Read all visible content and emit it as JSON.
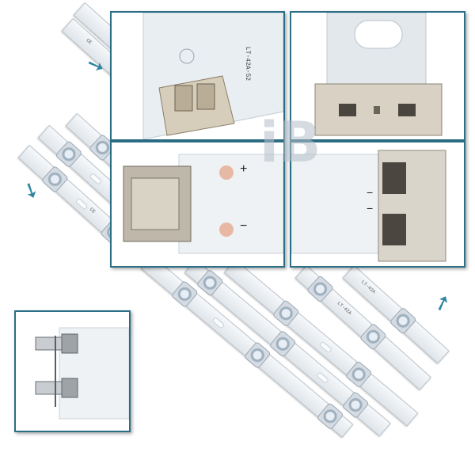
{
  "image": {
    "description_free": true,
    "colors": {
      "accent": "#2c6e86",
      "arrow": "#2e86a0",
      "board": "#e9edf0"
    }
  },
  "strips": {
    "label_model": "LT-42A",
    "label_ce": "CE"
  },
  "panels": {
    "top_left": {
      "board_text": "LT-42A-52"
    },
    "middle_left": {
      "plus": "+",
      "minus": "−"
    },
    "middle_right": {
      "minus_top": "−",
      "minus_bottom": "−"
    }
  },
  "arrows": {
    "right": "➘",
    "down": "➘",
    "up": "➚"
  },
  "watermark": {
    "logo_text": "iB"
  }
}
